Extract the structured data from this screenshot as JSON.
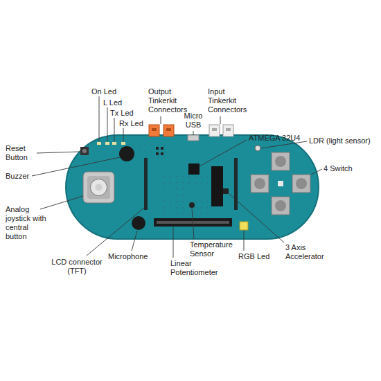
{
  "diagram": {
    "labels": [
      "On Led",
      "L Led",
      "Tx Led",
      "Rx Led",
      "Output Tinkerkit Connectors",
      "Micro USB",
      "Input Tinkerkit Connectors",
      "ATMEGA 32U4",
      "LDR (light sensor)",
      "4 Switch",
      "Reset Button",
      "Buzzer",
      "Analog joystick with central button",
      "LCD connector (TFT)",
      "Microphone",
      "Linear Potentiometer",
      "Temperature Sensor",
      "RGB Led",
      "3 Axis Accelerator"
    ]
  }
}
